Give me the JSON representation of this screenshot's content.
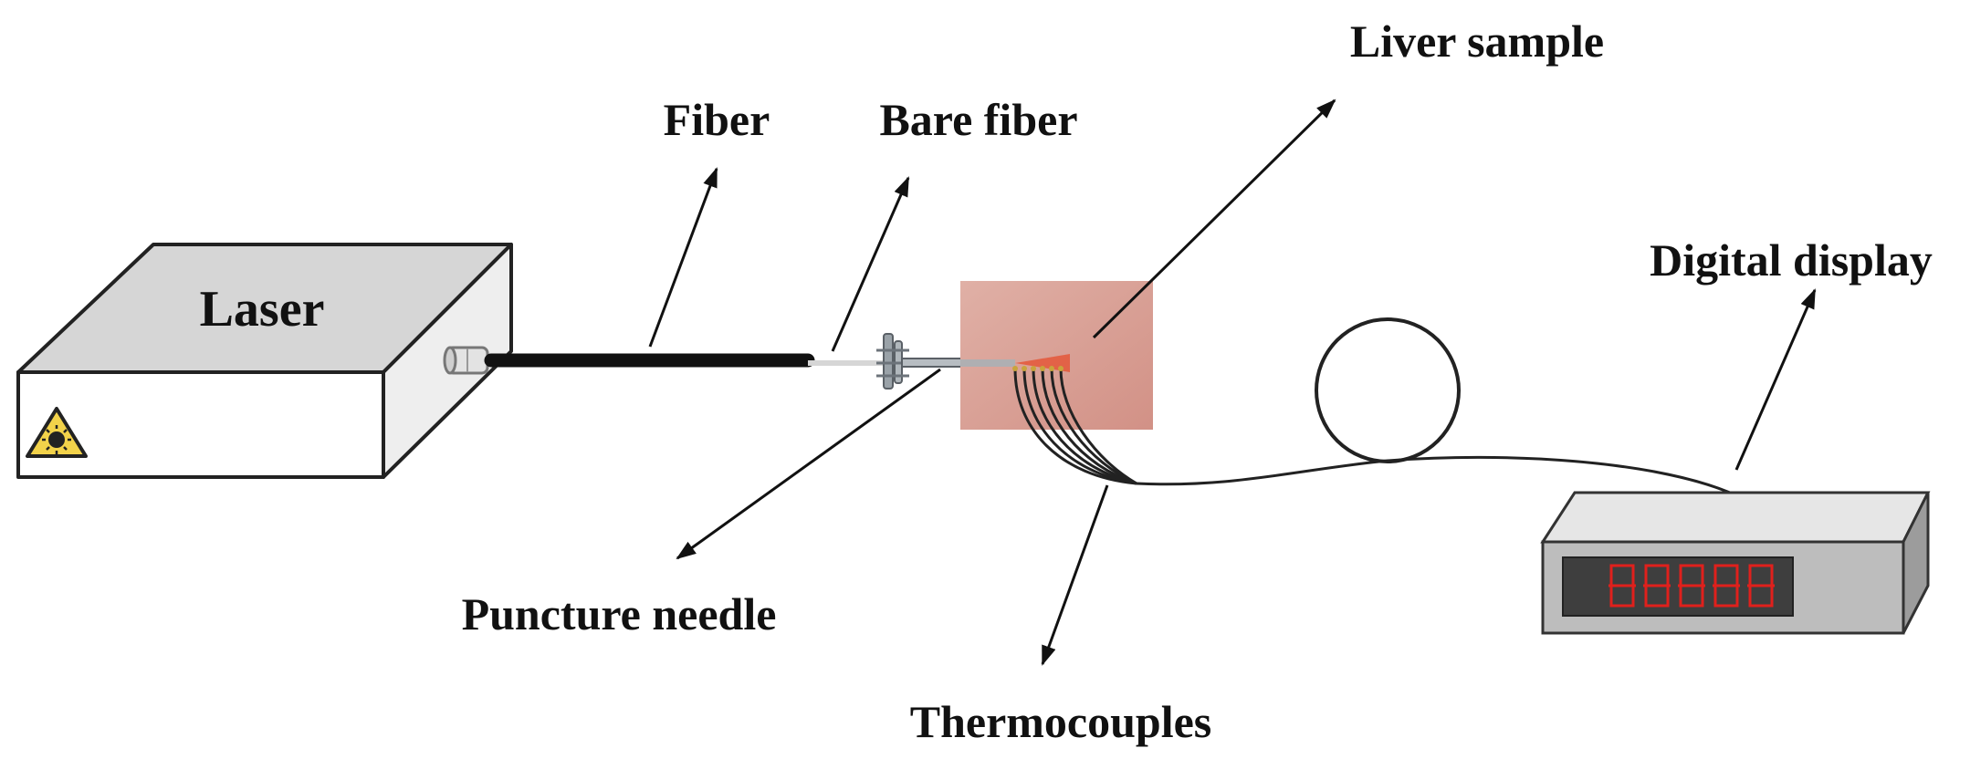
{
  "labels": {
    "laser": "Laser",
    "fiber": "Fiber",
    "bare_fiber": "Bare fiber",
    "liver_sample": "Liver sample",
    "digital_display": "Digital display",
    "puncture_needle": "Puncture needle",
    "thermocouples": "Thermocouples"
  },
  "colors": {
    "liver_sample": "#d9a097",
    "display_digits": "#e0201c",
    "warning_sign": "#f2d24a"
  },
  "icons": [
    "laser-warning-icon"
  ]
}
